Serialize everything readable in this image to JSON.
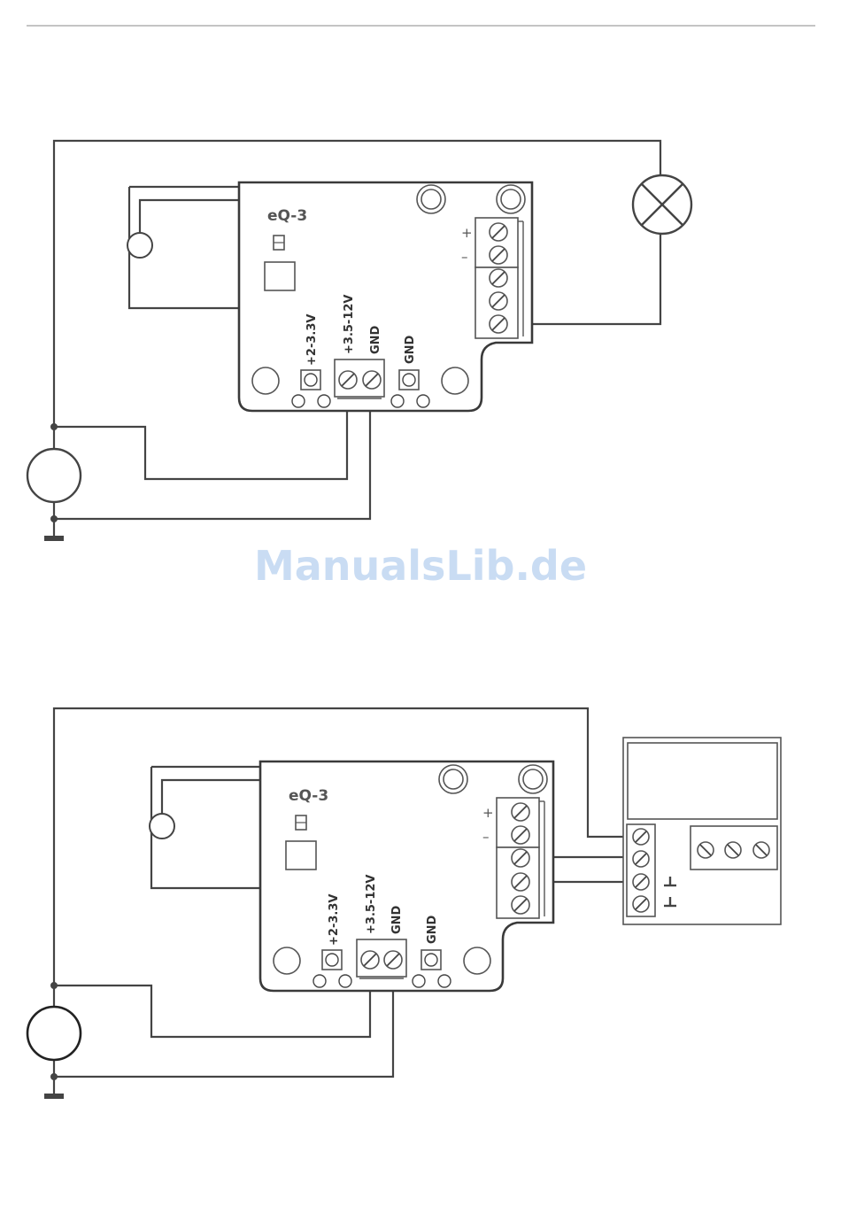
{
  "watermark": "ManualsLib.de",
  "diagram_1": {
    "logo": "eQ-3",
    "label_plus": "+",
    "label_minus": "–",
    "pin_labels": [
      "+2-3.3V",
      "+3.5-12V",
      "GND",
      "GND"
    ]
  },
  "diagram_2": {
    "logo": "eQ-3",
    "label_plus": "+",
    "label_minus": "–",
    "pin_labels": [
      "+2-3.3V",
      "+3.5-12V",
      "GND",
      "GND"
    ]
  },
  "colors": {
    "line": "#444444",
    "watermark": "#c9dcf3"
  }
}
